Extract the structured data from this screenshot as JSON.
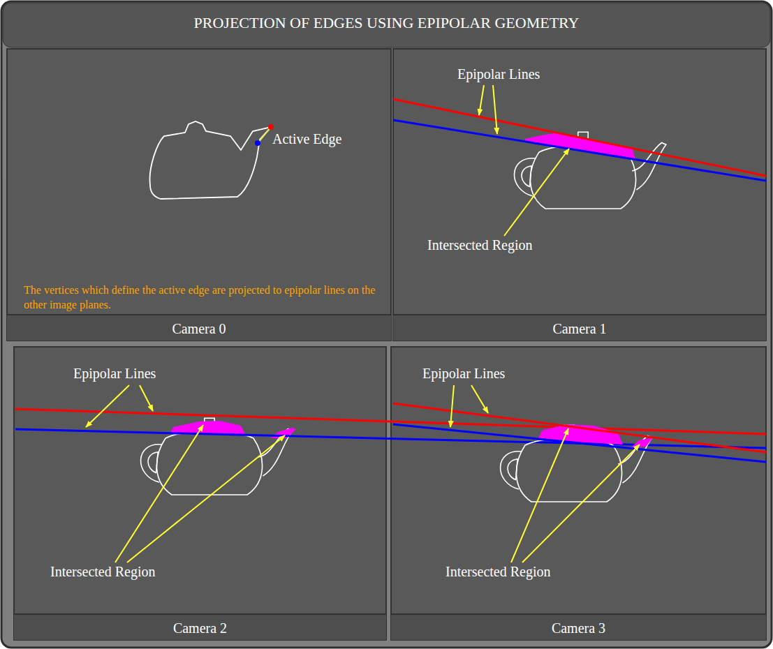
{
  "diagram": {
    "title": "PROJECTION OF EDGES USING EPIPOLAR GEOMETRY",
    "nodes": [
      {
        "text": [
          "Camera 0"
        ]
      },
      {
        "text": [
          "Camera 1"
        ]
      },
      {
        "text": [
          "Camera 2"
        ]
      },
      {
        "text": [
          "Camera 3"
        ]
      }
    ],
    "labels": [
      "Active Edge",
      "The vertices which define the active edge are projected to epipolar lines on the other image planes.",
      "Epipolar Lines",
      "Intersected Region",
      "Epipolar Lines",
      "Intersected Region",
      "Epipolar Lines",
      "Intersected Region"
    ]
  }
}
